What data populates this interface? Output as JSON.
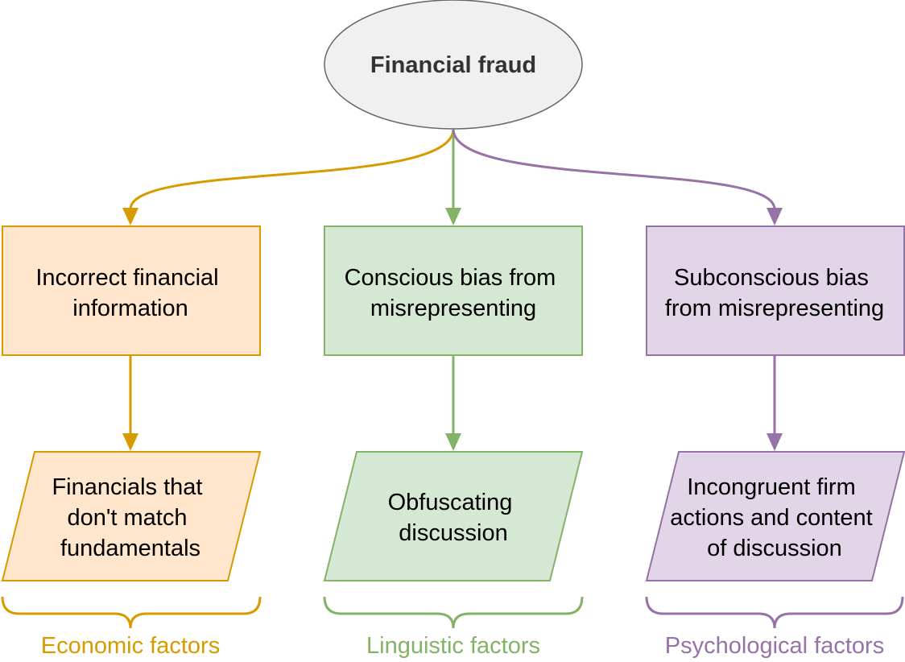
{
  "root": {
    "label": "Financial fraud",
    "fill": "#f0f0f0",
    "stroke": "#666666"
  },
  "columns": [
    {
      "color": "#d79b00",
      "box_fill": "#ffe6cc",
      "box_lines": [
        "Incorrect financial",
        "information"
      ],
      "para_lines": [
        "Financials that",
        "don't match",
        "fundamentals"
      ],
      "factor": "Economic factors"
    },
    {
      "color": "#82b366",
      "box_fill": "#d5e8d4",
      "box_lines": [
        "Conscious bias from",
        "misrepresenting"
      ],
      "para_lines": [
        "Obfuscating",
        "discussion"
      ],
      "factor": "Linguistic factors"
    },
    {
      "color": "#9673a6",
      "box_fill": "#e1d5e7",
      "box_lines": [
        "Subconscious bias",
        "from misrepresenting"
      ],
      "para_lines": [
        "Incongruent firm",
        "actions and content",
        "of discussion"
      ],
      "factor": "Psychological factors"
    }
  ]
}
